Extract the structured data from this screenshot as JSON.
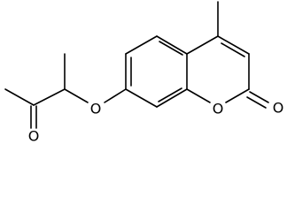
{
  "atom_labels": {
    "ether_oxygen": "O",
    "ketone_oxygen": "O",
    "ring_oxygen": "O",
    "carbonyl_oxygen": "O"
  }
}
